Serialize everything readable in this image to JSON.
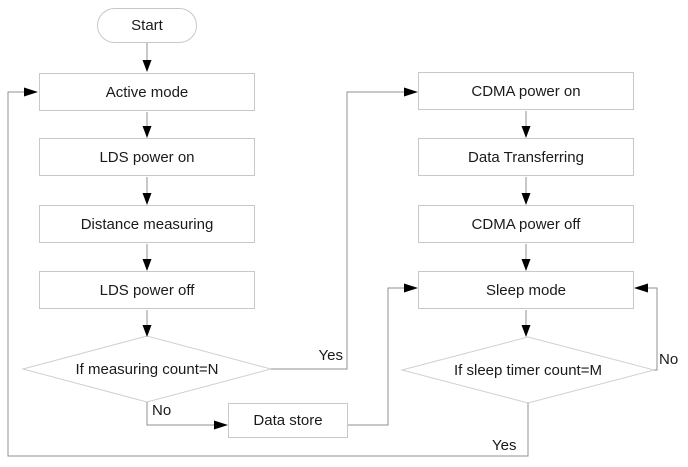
{
  "diagram": {
    "type": "flowchart",
    "title": "LDS/CDMA measuring and sleep cycle flowchart",
    "colors": {
      "background": "#ffffff",
      "node_border": "#c8c8c8",
      "decision_border": "#d0d0d0",
      "connector_line": "#909090",
      "arrowhead": "#000000",
      "text": "#1a1a1a"
    },
    "nodes": {
      "start": {
        "label": "Start",
        "shape": "terminator"
      },
      "active_mode": {
        "label": "Active mode",
        "shape": "process"
      },
      "lds_power_on": {
        "label": "LDS power on",
        "shape": "process"
      },
      "distance_measuring": {
        "label": "Distance measuring",
        "shape": "process"
      },
      "lds_power_off": {
        "label": "LDS power off",
        "shape": "process"
      },
      "measuring_decision": {
        "label": "If measuring count=N",
        "shape": "decision"
      },
      "data_store": {
        "label": "Data store",
        "shape": "process"
      },
      "cdma_power_on": {
        "label": "CDMA power on",
        "shape": "process"
      },
      "data_transferring": {
        "label": "Data Transferring",
        "shape": "process"
      },
      "cdma_power_off": {
        "label": "CDMA power off",
        "shape": "process"
      },
      "sleep_mode": {
        "label": "Sleep mode",
        "shape": "process"
      },
      "sleep_decision": {
        "label": "If sleep timer count=M",
        "shape": "decision"
      }
    },
    "edge_labels": {
      "measuring_yes": "Yes",
      "measuring_no": "No",
      "sleep_no": "No",
      "sleep_yes": "Yes"
    },
    "edges": [
      {
        "from": "start",
        "to": "active_mode"
      },
      {
        "from": "active_mode",
        "to": "lds_power_on"
      },
      {
        "from": "lds_power_on",
        "to": "distance_measuring"
      },
      {
        "from": "distance_measuring",
        "to": "lds_power_off"
      },
      {
        "from": "lds_power_off",
        "to": "measuring_decision"
      },
      {
        "from": "measuring_decision",
        "to": "cdma_power_on",
        "label": "Yes"
      },
      {
        "from": "measuring_decision",
        "to": "data_store",
        "label": "No"
      },
      {
        "from": "data_store",
        "to": "sleep_mode"
      },
      {
        "from": "cdma_power_on",
        "to": "data_transferring"
      },
      {
        "from": "data_transferring",
        "to": "cdma_power_off"
      },
      {
        "from": "cdma_power_off",
        "to": "sleep_mode"
      },
      {
        "from": "sleep_mode",
        "to": "sleep_decision"
      },
      {
        "from": "sleep_decision",
        "to": "sleep_mode",
        "label": "No"
      },
      {
        "from": "sleep_decision",
        "to": "active_mode",
        "label": "Yes"
      }
    ]
  }
}
